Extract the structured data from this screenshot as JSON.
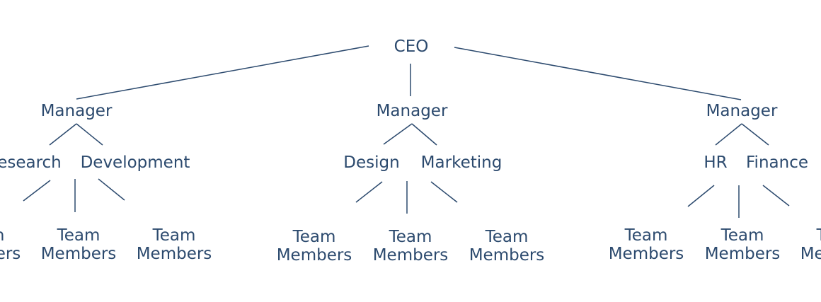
{
  "colors": {
    "text": "#2c4a6e",
    "line": "#2c4a6e"
  },
  "ceo": "CEO",
  "managers": [
    {
      "label": "Manager",
      "departments": [
        "Research",
        "Development"
      ],
      "teams": [
        "Team Members",
        "Team Members",
        "Team Members"
      ]
    },
    {
      "label": "Manager",
      "departments": [
        "Design",
        "Marketing"
      ],
      "teams": [
        "Team Members",
        "Team Members",
        "Team Members"
      ]
    },
    {
      "label": "Manager",
      "departments": [
        "HR",
        "Finance"
      ],
      "teams": [
        "Team Members",
        "Team Members",
        "Team Members"
      ]
    }
  ]
}
